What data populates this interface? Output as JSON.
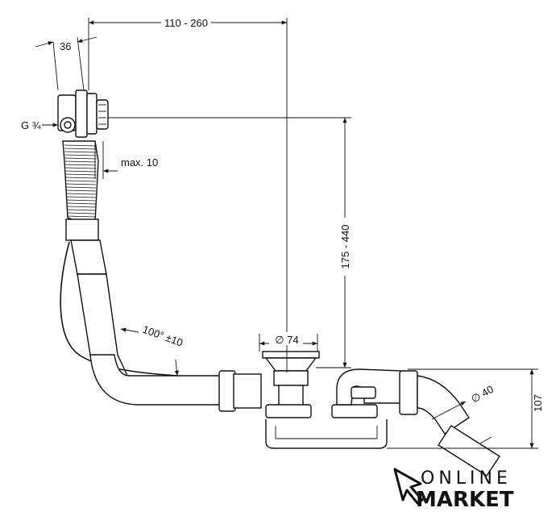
{
  "dimensions": {
    "width_range": "110 - 260",
    "depth": "36",
    "thread": "G ¾",
    "max_offset": "max. 10",
    "height_range": "175 - 440",
    "angle": "100° ±10",
    "strainer_diameter": "∅ 74",
    "outlet_diameter": "∅ 40",
    "trap_height": "107"
  },
  "logo": {
    "line1": "ONLINE",
    "line2": "MARKET"
  }
}
